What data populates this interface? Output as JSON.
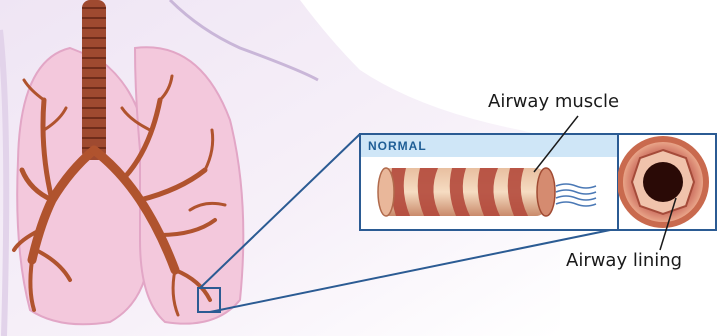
{
  "labels": {
    "panel_title": "NORMAL",
    "airway_muscle": "Airway muscle",
    "airway_lining": "Airway lining"
  },
  "colors": {
    "background_lilac": "#e8ddf0",
    "lung_pink": "#f2c6dc",
    "trachea_brown": "#a64f33",
    "bronchi_brown": "#b0532e",
    "panel_blue": "#cfe6f7",
    "frame_blue": "#2b5b93",
    "airway_cream": "#f0d2b4",
    "airway_red": "#b44a3c"
  }
}
